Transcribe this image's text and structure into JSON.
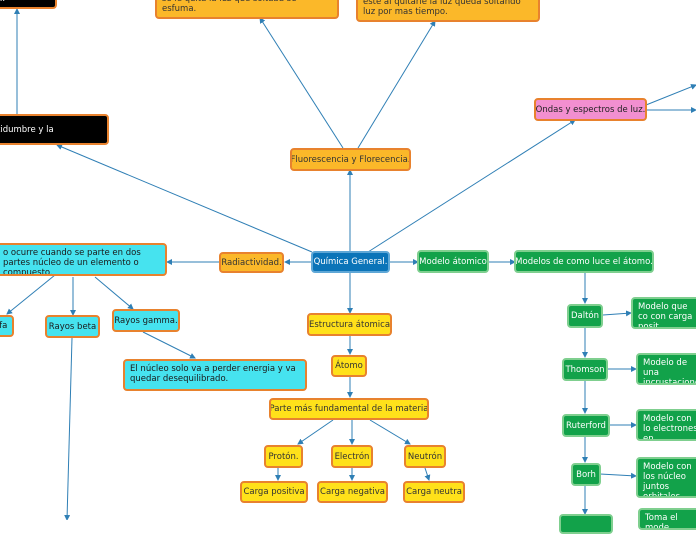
{
  "colors": {
    "central": "#0b74b8",
    "branch_orange": "#fbb829",
    "branch_yellow": "#ffe11a",
    "branch_green": "#12a24a",
    "branch_cyan": "#46e3ef",
    "branch_pink": "#f28fd0",
    "connector": "#2f7fb5"
  },
  "nodes": {
    "central": "Química General.",
    "radiactividad": "Radiactividad.",
    "fluorescencia": "Fluorescencia y Florecencia.",
    "ondas": "Ondas y espectros de luz.",
    "modelo_atomico": "Modelo átomico",
    "modelos_luce": "Modelos de como luce el átomo.",
    "estructura": "Estructura átomica",
    "atomo": "Átomo",
    "parte_fundamental": "Parte más fundamental de la materia",
    "proton": "Protón.",
    "electron": "Electrón",
    "neutron": "Neutrón",
    "carga_positiva": "Carga positiva",
    "carga_negativa": "Carga negativa",
    "carga_neutra": "Carga neutra",
    "fision": "o ocurre cuando se parte en dos partes núcleo de un elemento o compuesto.",
    "alfa": "lfa",
    "rayos_beta": "Rayos beta",
    "rayos_gamma": "Rayos gamma.",
    "nucleo_energia": "El núcleo solo va a perder energia y va quedar desequilibrado.",
    "incertidumbre": "tidumbre y la",
    "top_black": "...",
    "fluor_desc": "se le quita la luz que soltaba se esfuma.",
    "fosfor_desc": "este al quitarle la luz queda soltando luz por mas tiempo.",
    "dalton": "Daltón",
    "thomson": "Thomson",
    "ruterford": "Ruterford",
    "borh": "Borh",
    "dalton_desc": "Modelo que co con carga posit",
    "thomson_desc": "Modelo de una incrustaciones",
    "ruterford_desc": "Modelo con lo electrones en",
    "borh_desc": "Modelo con los núcleo juntos orbitales circu",
    "bottom_desc": "Toma el mode"
  }
}
